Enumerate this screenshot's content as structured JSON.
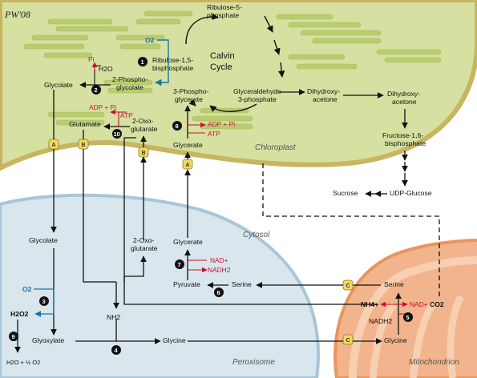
{
  "signature": "PW'08",
  "compartments": {
    "chloroplast": "Chloroplast",
    "cytosol": "Cytosol",
    "peroxisome": "Peroxisome",
    "mitochondrion": "Mitochondrion"
  },
  "calvin_cycle": {
    "line1": "Calvin",
    "line2": "Cycle"
  },
  "metabolites": {
    "ribulose_5p_1": "Ribulose-5-",
    "ribulose_5p_2": "phosphate",
    "rubp_1": "Ribulose-1,5-",
    "rubp_2": "bisphosphate",
    "glycolate_chl": "Glycolate",
    "phosphoglycolate_1": "2-Phospho-",
    "phosphoglycolate_2": "glycolate",
    "pga_1": "3-Phospho-",
    "pga_2": "glycerate",
    "gap_1": "Glyceraldehyde-",
    "gap_2": "3-phosphate",
    "dha_chl_1": "Dihydroxy-",
    "dha_chl_2": "acetone",
    "dha_cyt_1": "Dihydroxy-",
    "dha_cyt_2": "acetone",
    "fbp_1": "Fructose-1,6-",
    "fbp_2": "bisphosphate",
    "sucrose": "Sucrose",
    "udp_glucose": "UDP-Glucose",
    "glutamate": "Glutamate",
    "oxoglutarate_chl_1": "2-Oxo-",
    "oxoglutarate_chl_2": "glutarate",
    "glycerate_chl": "Glycerate",
    "glycolate_per": "Glycolate",
    "oxoglutarate_per_1": "2-Oxo-",
    "oxoglutarate_per_2": "glutarate",
    "glycerate_per": "Glycerate",
    "pyruvate": "Pyruvate",
    "serine_per": "Serine",
    "glyoxylate": "Glyoxylate",
    "glycine_per": "Glycine",
    "nh2": "NH2",
    "h2o2": "H2O2",
    "water_oxygen": "H2O + ½ O2",
    "serine_mito": "Serine",
    "glycine_mito": "Glycine",
    "nh4": "NH4+",
    "nadh2_mito": "NADH2",
    "co2": "CO2"
  },
  "cofactors": {
    "pi": "Pi",
    "h2o": "H2O",
    "o2_chl": "O2",
    "adp_pi_10": "ADP + Pi",
    "atp_10": "ATP",
    "adp_pi_8": "ADP + Pi",
    "atp_8": "ATP",
    "nad_7": "NAD+",
    "nadh2_7": "NADH2",
    "o2_per": "O2",
    "nad_mito": "NAD+"
  },
  "steps": [
    "1",
    "2",
    "3",
    "4",
    "5",
    "6",
    "7",
    "8",
    "9",
    "10"
  ],
  "transporters": [
    "A",
    "B",
    "B",
    "A",
    "C",
    "C"
  ],
  "colors": {
    "chloroplast_fill": "#d6e0a0",
    "chloroplast_border": "#c7b560",
    "thylakoid": "#b9cd70",
    "peroxisome_fill": "#d9e6ee",
    "peroxisome_border": "#a9c5d8",
    "mitochondrion_fill": "#f2b48c",
    "mitochondrion_border": "#e8955e",
    "transporter": "#f2d95c",
    "red": "#c8102e",
    "blue": "#1a73a8"
  }
}
